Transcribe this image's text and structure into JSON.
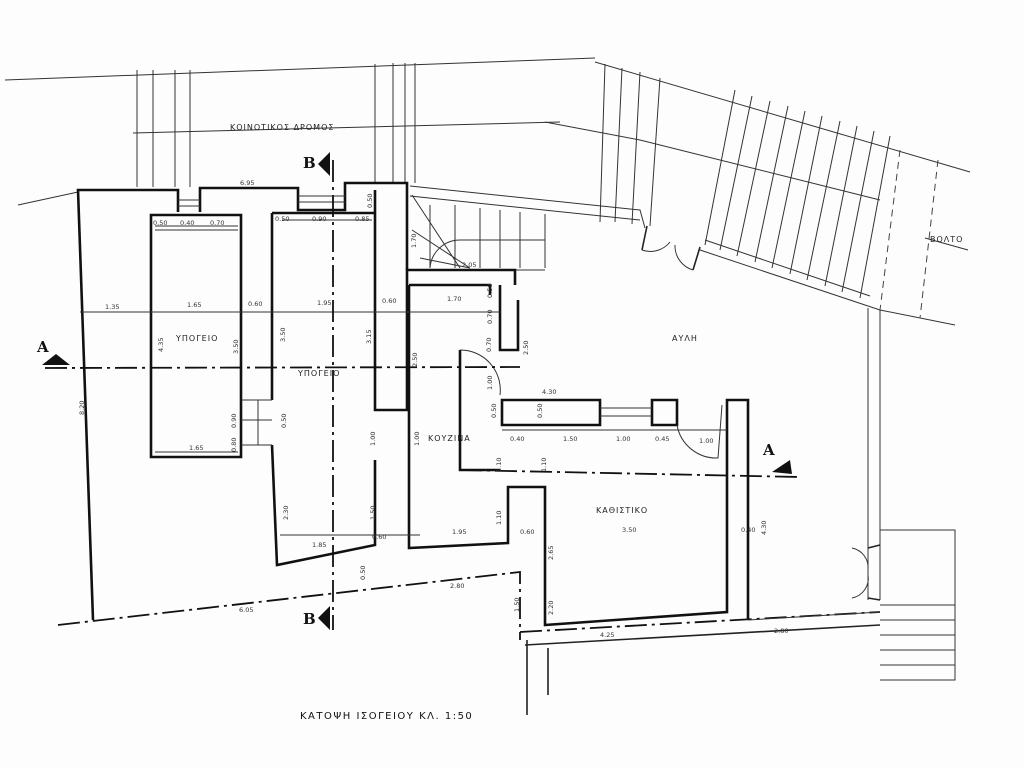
{
  "labels": {
    "road": "ΚΟΙΝΟΤΙΚΟΣ ΔΡΟΜΟΣ",
    "volto": "ΒΟΛΤΟ",
    "courtyard": "ΑΥΛΗ",
    "basement_left": "ΥΠΟΓΕΙΟ",
    "basement_center": "ΥΠΟΓΕΙΟ",
    "kitchen": "ΚΟΥΖΙΝΑ",
    "living_room": "ΚΑΘΙΣΤΙΚΟ"
  },
  "title": "ΚΑΤΟΨΗ ΙΣΟΓΕΙΟΥ ΚΛ. 1:50",
  "section_markers": {
    "a_left": "A",
    "a_right": "A",
    "b_top": "B",
    "b_bottom": "B"
  },
  "dims": [
    "6.95",
    "0.50",
    "0.40",
    "0.70",
    "0.50",
    "0.90",
    "0.85",
    "0.50",
    "1.70",
    "2.05",
    "1.35",
    "1.65",
    "0.60",
    "1.95",
    "0.60",
    "1.70",
    "4.35",
    "3.50",
    "3.50",
    "3.15",
    "2.50",
    "0.70",
    "0.50",
    "2.50",
    "1.00",
    "0.70",
    "8.20",
    "0.90",
    "0.80",
    "1.65",
    "0.50",
    "1.00",
    "1.00",
    "4.30",
    "0.50",
    "0.50",
    "0.40",
    "1.50",
    "1.00",
    "0.45",
    "1.00",
    "1.10",
    "1.10",
    "1.50",
    "1.10",
    "2.30",
    "1.95",
    "0.60",
    "3.50",
    "0.40",
    "4.30",
    "1.85",
    "0.60",
    "2.65",
    "0.50",
    "2.80",
    "6.05",
    "1.50",
    "2.20",
    "4.25",
    "2.80"
  ]
}
